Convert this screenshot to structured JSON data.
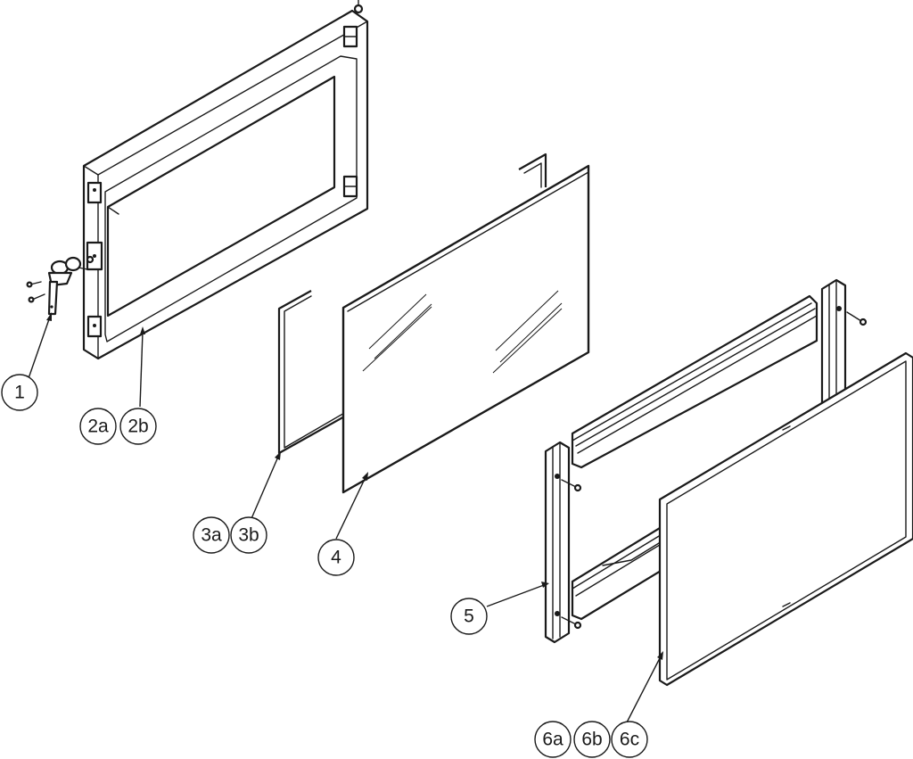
{
  "diagram": {
    "callouts": [
      {
        "id": "1",
        "label": "1"
      },
      {
        "id": "2a",
        "label": "2a"
      },
      {
        "id": "2b",
        "label": "2b"
      },
      {
        "id": "3a",
        "label": "3a"
      },
      {
        "id": "3b",
        "label": "3b"
      },
      {
        "id": "4",
        "label": "4"
      },
      {
        "id": "5",
        "label": "5"
      },
      {
        "id": "6a",
        "label": "6a"
      },
      {
        "id": "6b",
        "label": "6b"
      },
      {
        "id": "6c",
        "label": "6c"
      }
    ],
    "colors": {
      "line": "#1a1a1a",
      "fill": "#ffffff",
      "background": "#ffffff"
    }
  }
}
